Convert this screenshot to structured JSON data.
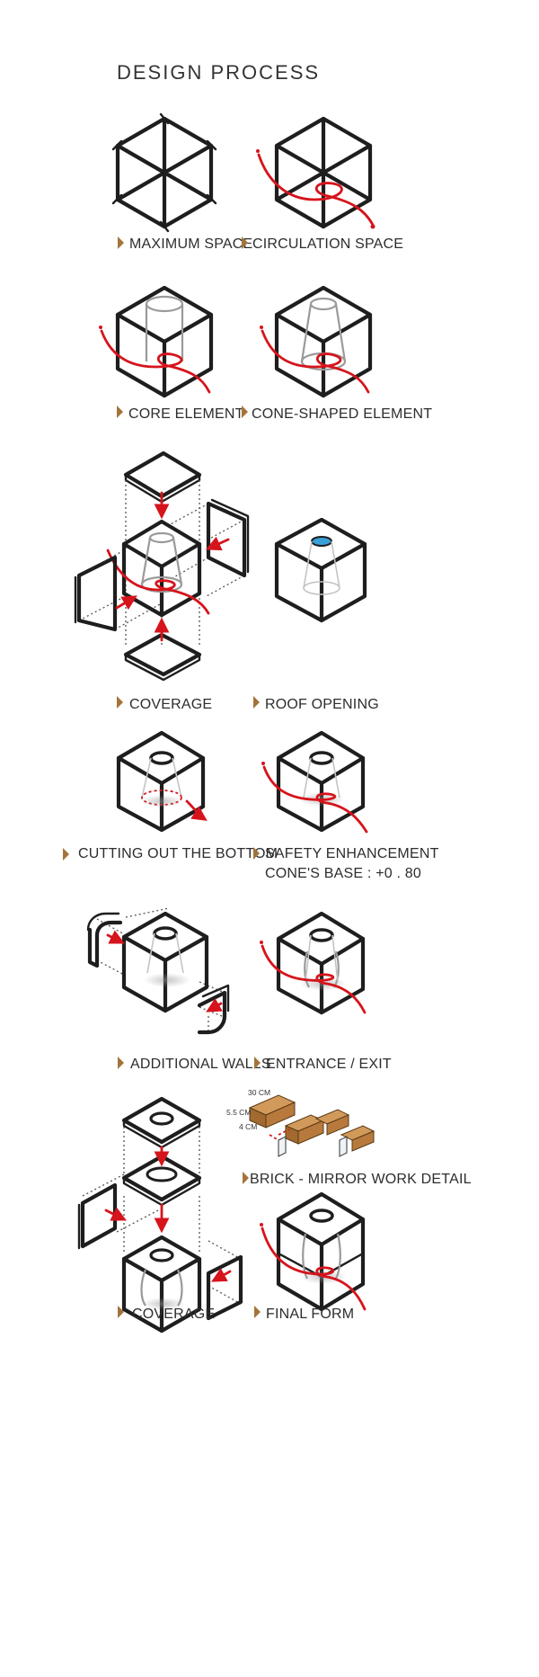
{
  "title": "DESIGN PROCESS",
  "captions": {
    "maximum_space": "MAXIMUM SPACE",
    "circulation_space": "CIRCULATION SPACE",
    "core_element": "CORE ELEMENT",
    "cone_shaped_element": "CONE-SHAPED   ELEMENT",
    "coverage_1": "COVERAGE",
    "roof_opening": "ROOF OPENING",
    "cutting_out_bottom": "CUTTING OUT THE BOTTOM",
    "safety_enhancement": "SAFETY   ENHANCEMENT",
    "cone_base": "CONE'S BASE  : +0 . 80",
    "additional_walls": "ADDITIONAL WALLS",
    "entrance_exit": "ENTRANCE  /  EXIT",
    "brick_mirror": "BRICK  - MIRROR WORK DETAIL",
    "coverage_2": "COVERAGE",
    "final_form": "FINAL  FORM"
  },
  "brick_dimensions": {
    "length": "30 CM",
    "height": "5.5 CM",
    "depth": "4 CM"
  },
  "colors": {
    "circulation_red": "#d6141c",
    "marker_brown": "#a3743a",
    "opening_blue": "#3aa0d8",
    "brick_brown": "#b87a3c"
  },
  "icons": [
    "caption-marker-icon"
  ]
}
